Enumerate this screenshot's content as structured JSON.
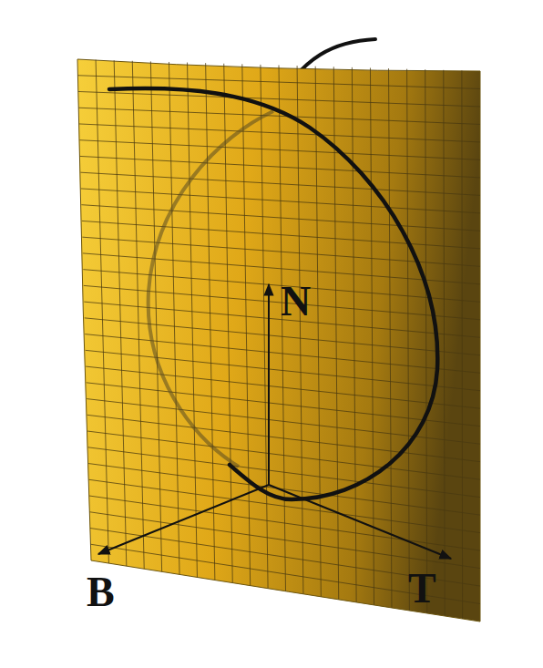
{
  "diagram": {
    "labels": [
      "N",
      "B",
      "T"
    ]
  }
}
